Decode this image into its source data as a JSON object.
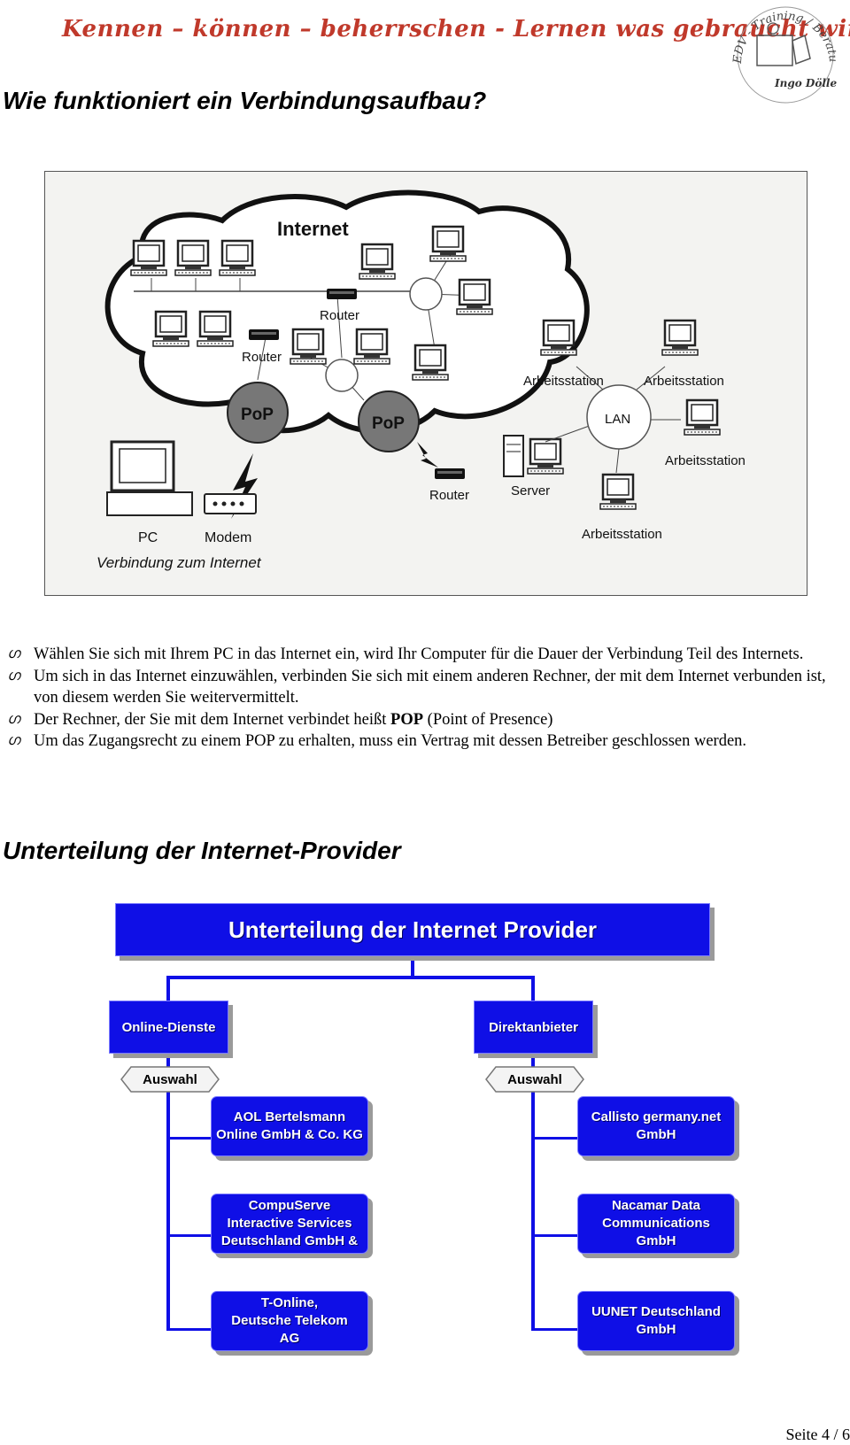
{
  "header": {
    "slogan": "Kennen – können – beherrschen  -  Lernen was gebraucht wird",
    "stamp_lines": [
      "EDV - Training / Beratung",
      "Ingo Dölle"
    ]
  },
  "section1": {
    "title": "Wie funktioniert ein Verbindungsaufbau?"
  },
  "figure": {
    "labels": {
      "internet": "Internet",
      "router": "Router",
      "pop": "PoP",
      "lan": "LAN",
      "workstation": "Arbeitsstation",
      "server": "Server",
      "pc": "PC",
      "modem": "Modem",
      "caption": "Verbindung zum Internet"
    }
  },
  "bullets": [
    "Wählen Sie sich mit Ihrem PC in das Internet ein, wird Ihr Computer für die Dauer der Verbindung Teil des Internets.",
    "Um sich in das Internet einzuwählen, verbinden Sie sich mit einem anderen Rechner, der mit dem Internet verbunden ist, von diesem werden Sie weitervermittelt.",
    {
      "before": "Der Rechner, der Sie mit dem Internet verbindet heißt ",
      "bold": "POP",
      "after": " (Point of Presence)"
    },
    "Um das Zugangsrecht zu einem POP zu erhalten, muss ein Vertrag mit dessen Betreiber geschlossen werden."
  ],
  "bullet_mark": "ഗ",
  "section2": {
    "title": "Unterteilung der Internet-Provider"
  },
  "org_chart": {
    "title": "Unterteilung der Internet Provider",
    "left": {
      "label": "Online-Dienste",
      "tag": "Auswahl",
      "items": [
        "AOL Bertelsmann Online GmbH & Co. KG",
        "CompuServe Interactive Services Deutschland GmbH &",
        "T-Online, Deutsche Telekom AG"
      ]
    },
    "right": {
      "label": "Direktanbieter",
      "tag": "Auswahl",
      "items": [
        "Callisto germany.net GmbH",
        "Nacamar Data Communications GmbH",
        "UUNET Deutschland GmbH"
      ]
    }
  },
  "footer": {
    "page": "Seite 4 / 6"
  }
}
